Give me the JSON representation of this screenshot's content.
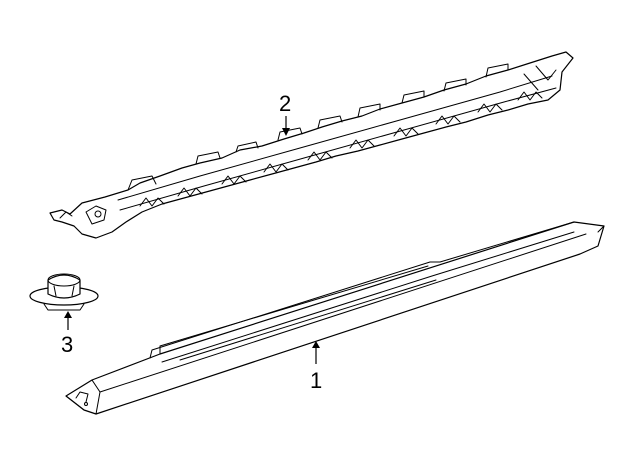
{
  "callouts": [
    {
      "label": "1",
      "part": "rocker-molding"
    },
    {
      "label": "2",
      "part": "mounting-bracket"
    },
    {
      "label": "3",
      "part": "retainer-clip"
    }
  ],
  "colors": {
    "line": "#000000",
    "fill": "#ffffff",
    "background": "#ffffff"
  }
}
